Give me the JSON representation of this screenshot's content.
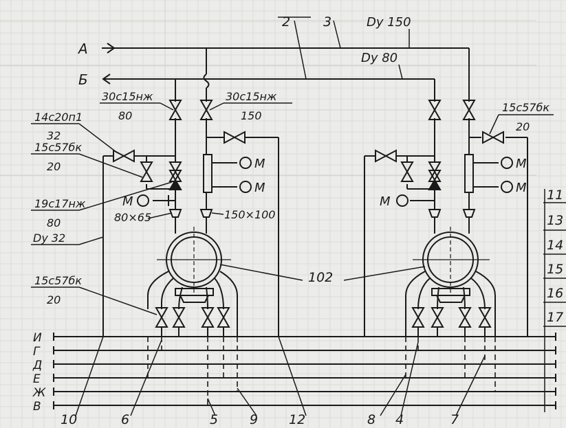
{
  "colors": {
    "paper": "#ececea",
    "ink": "#1a1a1a",
    "faint": "#c9c9c6",
    "grid": "#dcdcd8"
  },
  "pipes": {
    "supply_label": "А",
    "return_label": "Б",
    "supply_size": "Dy 150",
    "return_size": "Dy 80"
  },
  "callouts": {
    "c2": "2",
    "c3": "3",
    "c102": "102"
  },
  "valves": {
    "v30c15_80_code": "30с15нж",
    "v30c15_80_size": "80",
    "v30c15_150_code": "30с15нж",
    "v30c15_150_size": "150",
    "v14c20_code": "14с20п1",
    "v14c20_size": "32",
    "v15c57_left_code": "15с57бк",
    "v15c57_left_size": "20",
    "v19c17_code": "19с17нж",
    "v19c17_size": "80",
    "v15c57_right_code": "15с57бк",
    "v15c57_right_size": "20",
    "v15c57_bottom_code": "15с57бк",
    "v15c57_bottom_size": "20"
  },
  "reducers": {
    "r80x65": "80×65",
    "r150x100": "150×100"
  },
  "drain": {
    "size": "Dy 32"
  },
  "gauges": {
    "m": "М"
  },
  "headers": [
    "И",
    "Г",
    "Д",
    "Е",
    "Ж",
    "В"
  ],
  "row_numbers": [
    "11",
    "13",
    "14",
    "15",
    "16",
    "17"
  ],
  "bottom_numbers": [
    "10",
    "6",
    "5",
    "9",
    "12",
    "8",
    "4",
    "7"
  ]
}
